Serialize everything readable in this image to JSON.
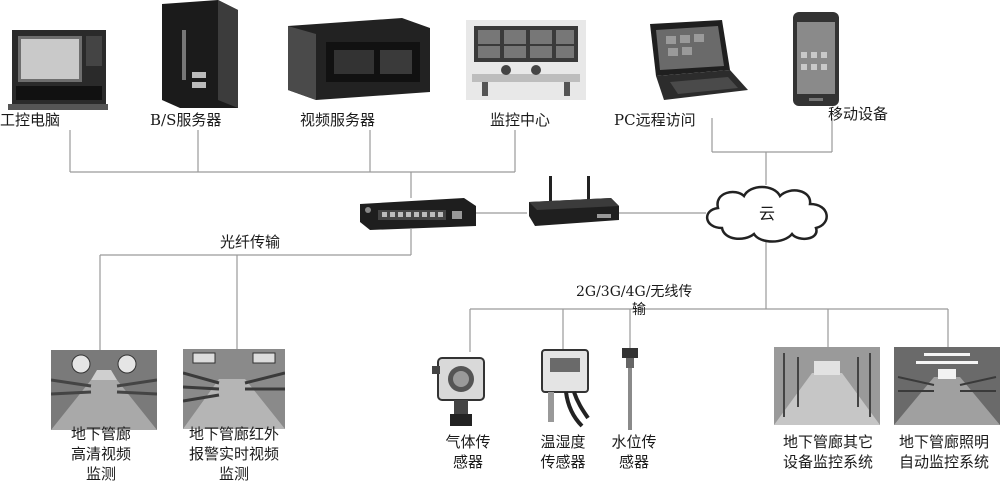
{
  "top_devices": {
    "industrial_pc": "工控电脑",
    "bs_server": "B/S服务器",
    "video_server": "视频服务器",
    "monitor_center": "监控中心",
    "pc_remote": "PC远程访问",
    "mobile": "移动设备"
  },
  "network": {
    "cloud": "云",
    "fiber_label": "光纤传输",
    "wireless_label_line1": "2G/3G/4G/无线传",
    "wireless_label_line2": "输"
  },
  "bottom_devices": {
    "hd_video": "地下管廊\n高清视频\n监测",
    "infrared_alarm": "地下管廊红外\n报警实时视频\n监测",
    "gas_sensor": "气体传\n感器",
    "humidity_sensor": "温湿度\n传感器",
    "water_sensor": "水位传\n感器",
    "other_monitor": "地下管廊其它\n设备监控系统",
    "lighting_control": "地下管廊照明\n自动监控系统"
  }
}
